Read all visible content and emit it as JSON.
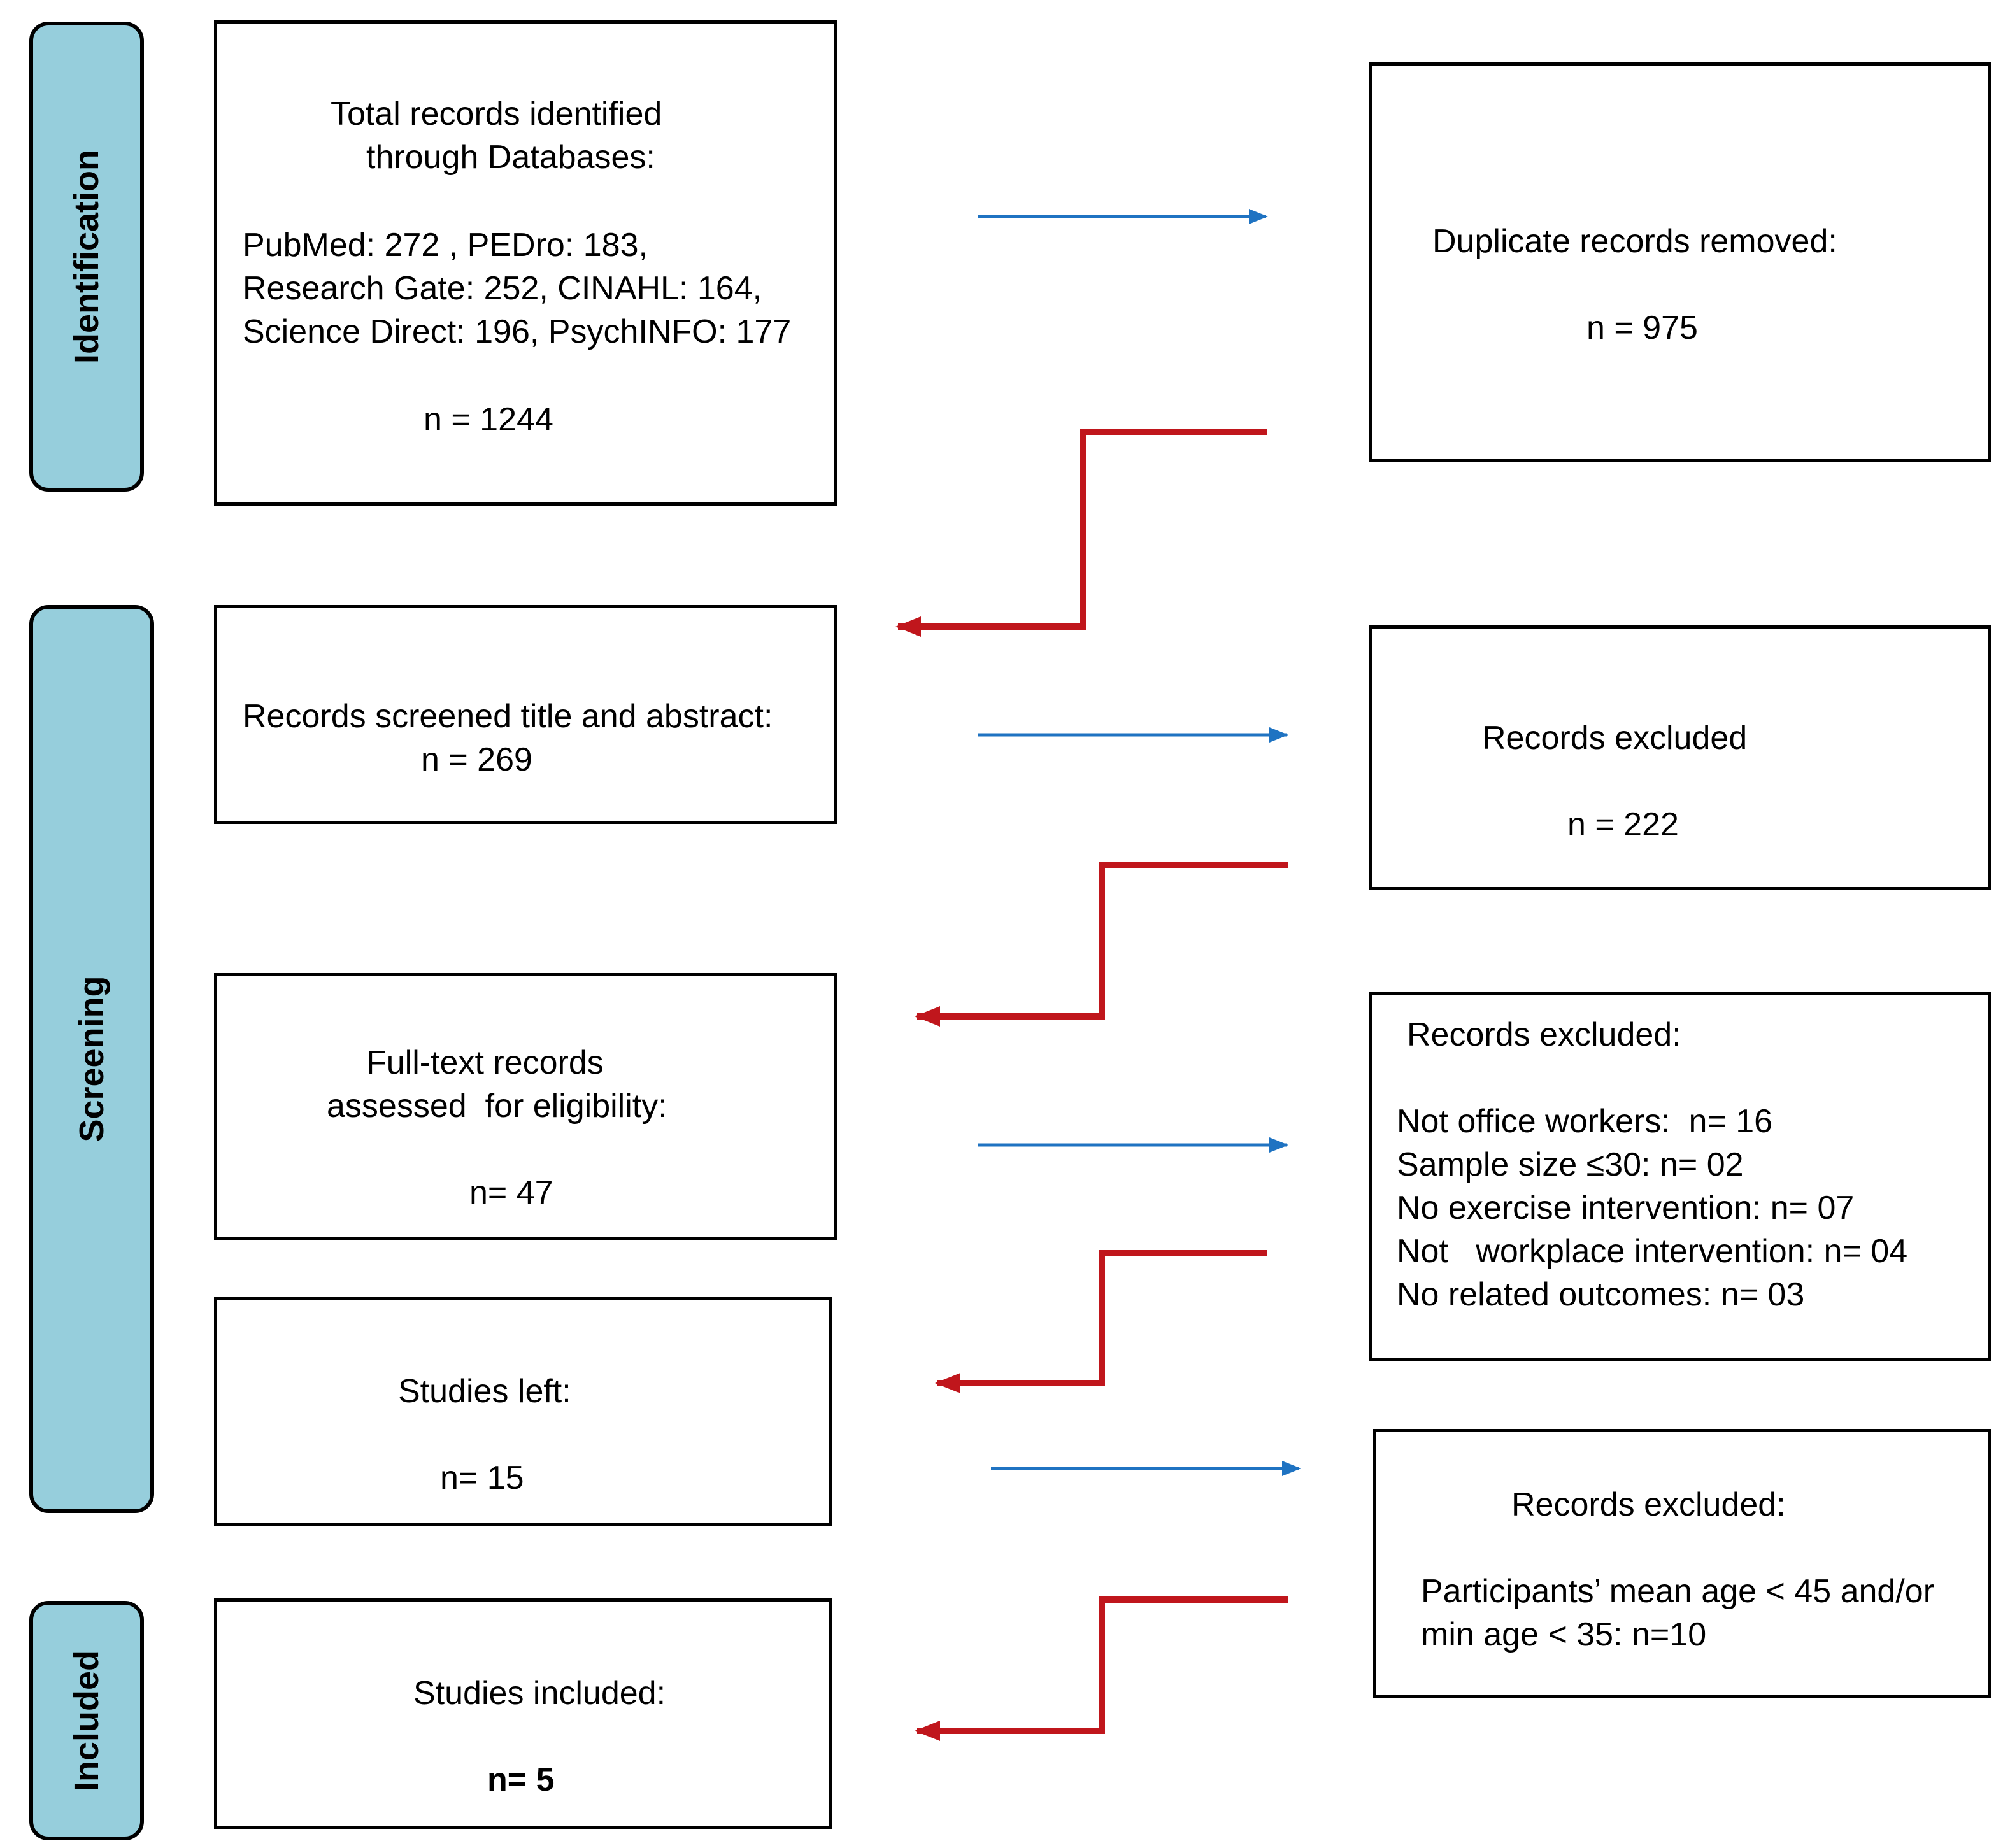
{
  "stages": {
    "identification": "Identification",
    "screening": "Screening",
    "included": "Included"
  },
  "boxes": {
    "identified": {
      "line1": "Total records identified",
      "line2": "through Databases:",
      "line3": "PubMed: 272 , PEDro: 183,",
      "line4": "Research Gate: 252, CINAHL: 164,",
      "line5": "Science Direct: 196, PsychINFO: 177",
      "count": "n = 1244"
    },
    "duplicates": {
      "label": "Duplicate records removed:",
      "count": "n = 975"
    },
    "screened": {
      "label": "Records screened title and abstract:",
      "count": "n = 269"
    },
    "excluded_screen": {
      "label": "Records excluded",
      "count": "n = 222"
    },
    "fulltext": {
      "line1": "Full-text records",
      "line2": "assessed  for eligibility:",
      "count": "n= 47"
    },
    "excluded_fulltext": {
      "label": "Records excluded:",
      "reason1": "Not office workers:  n= 16",
      "reason2": "Sample size ≤30: n= 02",
      "reason3": "No exercise intervention: n= 07",
      "reason4": "Not   workplace intervention: n= 04",
      "reason5": "No related outcomes: n= 03"
    },
    "studies_left": {
      "label": "Studies left:",
      "count": "n= 15"
    },
    "excluded_age": {
      "label": "Records excluded:",
      "reason1": "Participants’ mean age < 45 and/or",
      "reason2": "min age < 35: n=10"
    },
    "included": {
      "label": "Studies included:",
      "count": "n= 5"
    }
  },
  "colors": {
    "stage_fill": "#96cedc",
    "blue_arrow": "#1f73c2",
    "red_arrow": "#c0161c"
  }
}
